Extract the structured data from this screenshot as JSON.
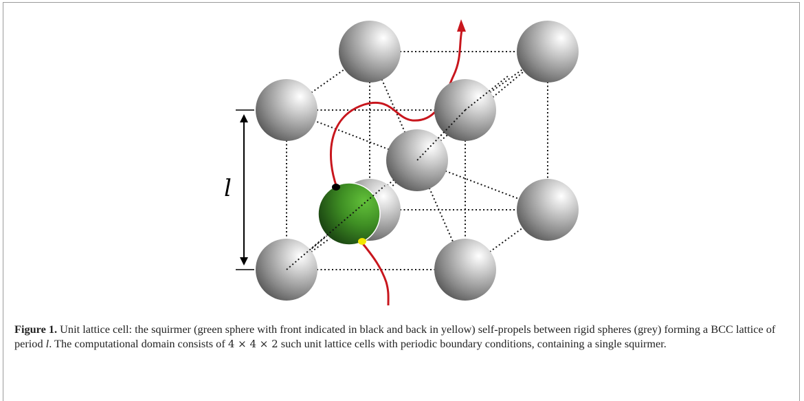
{
  "diagram": {
    "period_label": "l"
  },
  "caption": {
    "label": "Figure 1.",
    "text_1": " Unit lattice cell: the squirmer (green sphere with front indicated in black and back in yellow) self-propels between rigid spheres (grey) forming a BCC lattice of period ",
    "period": "l",
    "text_2": ". The computational domain consists of ",
    "dims": "4 × 4 × 2",
    "text_3": " such unit lattice cells with periodic boundary conditions, containing a single squirmer."
  },
  "colors": {
    "sphere_grey": "#a8a8a8",
    "squirmer_green": "#3f8f24",
    "trajectory_red": "#c8161d",
    "front_marker": "#000000",
    "back_marker": "#f2e600"
  }
}
